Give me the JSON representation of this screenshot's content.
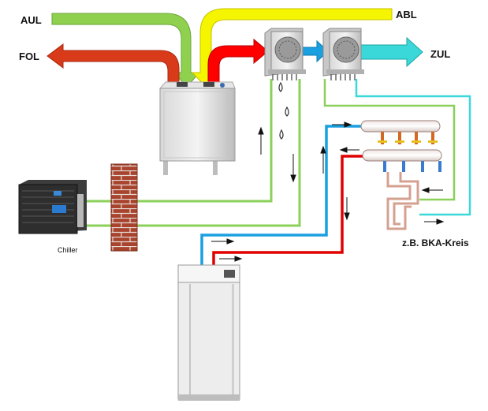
{
  "labels": {
    "aul": "AUL",
    "fol": "FOL",
    "abl": "ABL",
    "zul": "ZUL",
    "chiller": "Chiller",
    "bka": "z.B. BKA-Kreis"
  },
  "colors": {
    "aul_arrow": "#8fd14f",
    "abl_arrow": "#f5f500",
    "fol_arrow": "#d83a1a",
    "zul_arrow": "#3ad8d8",
    "supply_pipe": "#e00000",
    "return_pipe": "#1a9fe0",
    "glycol_pipe": "#8bd05a",
    "brick": "#a8442e"
  },
  "icons": {
    "ventilation_unit": "ventilation-unit-icon",
    "duct_coil": "duct-coil-icon",
    "chiller": "chiller-icon",
    "brick_wall": "brick-wall-icon",
    "manifold": "manifold-icon",
    "storage_tank": "storage-tank-icon",
    "condensate": "water-drop-icon",
    "flow_arrow": "flow-arrow-icon"
  }
}
